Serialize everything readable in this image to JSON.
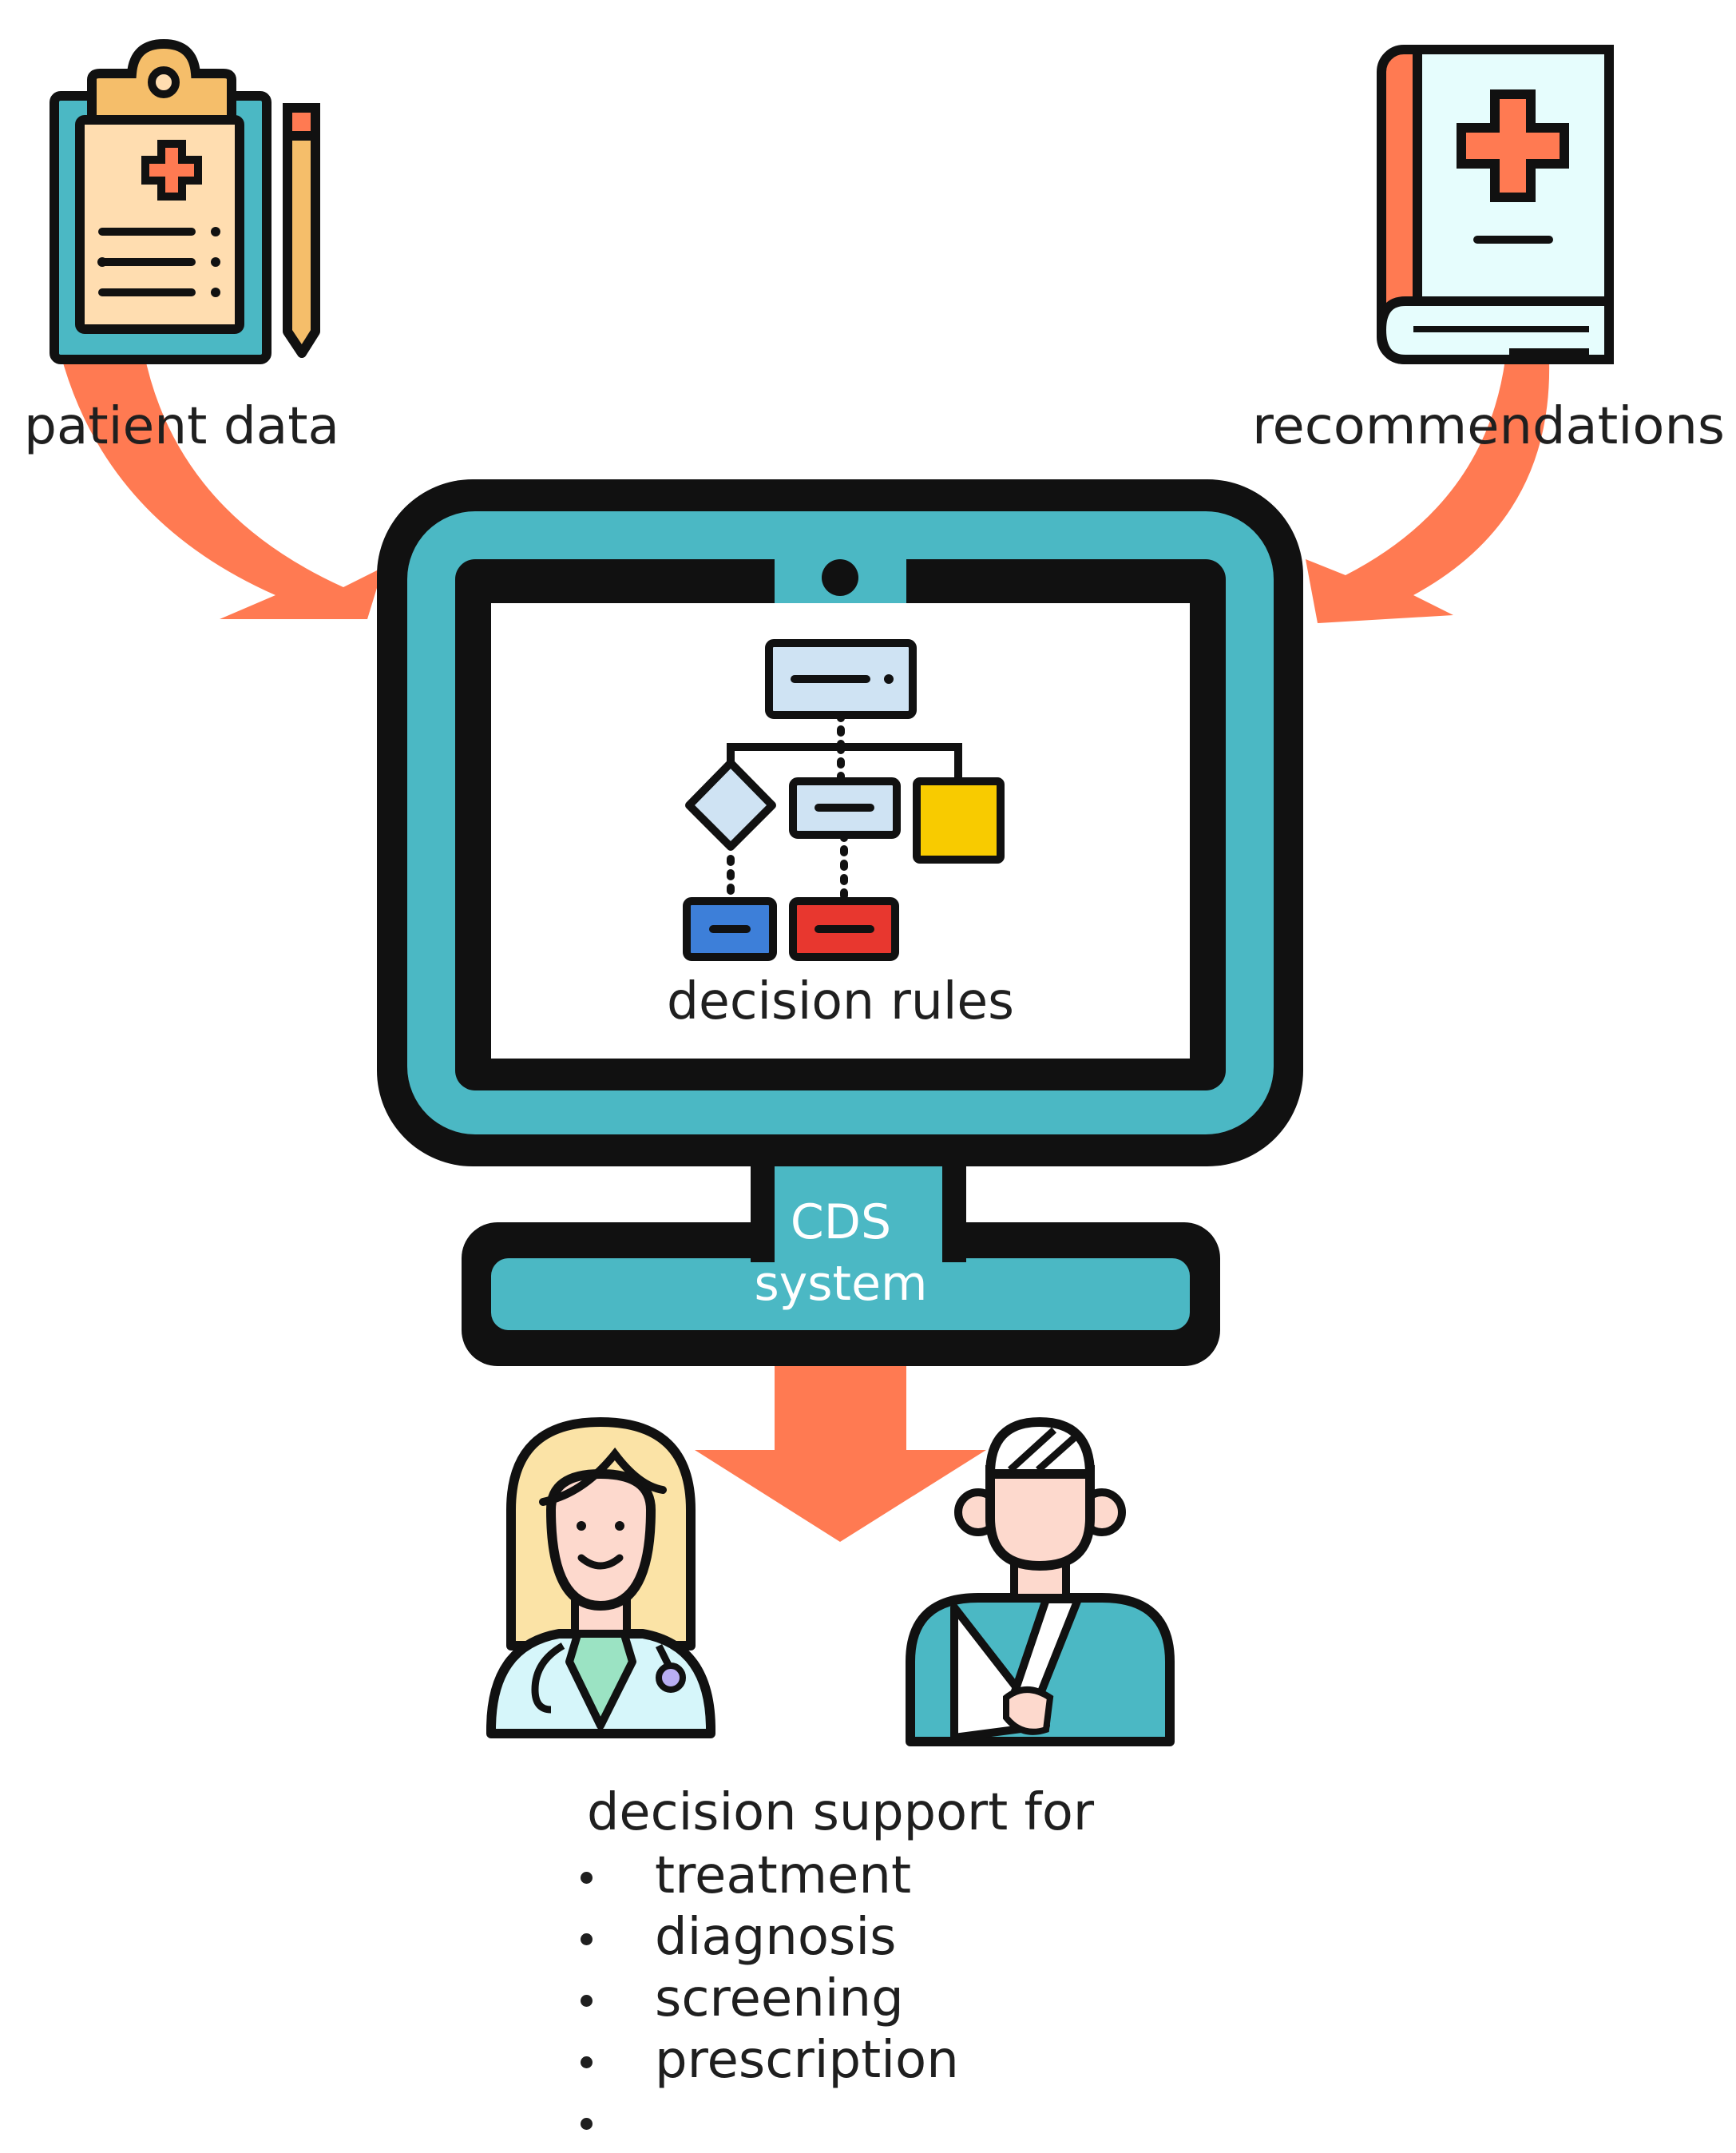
{
  "labels": {
    "patient_data": "patient data",
    "recommendations": "recommendations",
    "decision_rules": "decision rules",
    "cds_line1": "CDS",
    "cds_line2": "system",
    "support_heading": "decision support for"
  },
  "bullets": [
    "treatment",
    "diagnosis",
    "screening",
    "prescription",
    ""
  ],
  "colors": {
    "arrow": "#FF7A52",
    "monitor_teal": "#4BB8C4",
    "outline": "#111111",
    "clipboard_paper": "#FFDDB0",
    "clipboard_clip": "#F5BE6A",
    "book_cover": "#FF7A52",
    "book_page": "#E6FDFD",
    "flow_light": "#CFE3F3",
    "flow_yellow": "#F8CB00",
    "flow_blue": "#3D7FD9",
    "flow_red": "#E8372F",
    "doctor_hair": "#FBE3A6",
    "skin": "#FDD9CD",
    "doctor_coat": "#D6F6FA",
    "doctor_shirt": "#9BE3C3"
  },
  "icons": [
    "clipboard-icon",
    "pencil-icon",
    "medical-book-icon",
    "flowchart-icon",
    "doctor-icon",
    "patient-icon",
    "monitor-icon"
  ]
}
